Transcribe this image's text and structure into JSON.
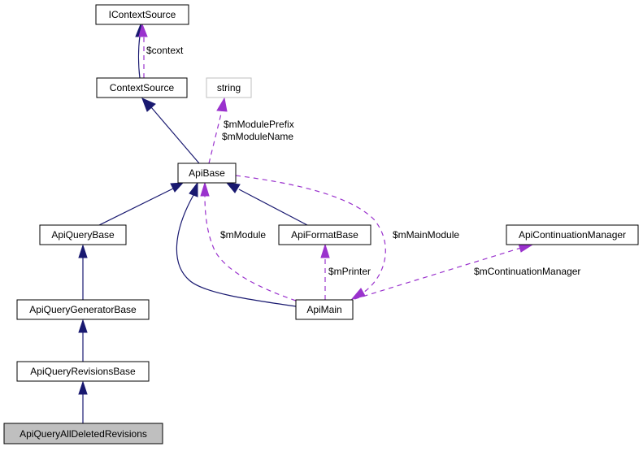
{
  "diagram": {
    "type": "class collaboration graph",
    "nodes": {
      "icontextsource": "IContextSource",
      "contextsource": "ContextSource",
      "string": "string",
      "apibase": "ApiBase",
      "apiquerybase": "ApiQueryBase",
      "apiformatbase": "ApiFormatBase",
      "apicontinuationmanager": "ApiContinuationManager",
      "apiquerygeneratorbase": "ApiQueryGeneratorBase",
      "apimain": "ApiMain",
      "apiqueryrevisionsbase": "ApiQueryRevisionsBase",
      "apiqueryalldeletedrevisions": "ApiQueryAllDeletedRevisions"
    },
    "edge_labels": {
      "context": "$context",
      "module_prefix": "$mModulePrefix",
      "module_name": "$mModuleName",
      "module": "$mModule",
      "main_module": "$mMainModule",
      "printer": "$mPrinter",
      "continuation_manager": "$mContinuationManager"
    },
    "edges": [
      {
        "from": "ContextSource",
        "to": "IContextSource",
        "kind": "inheritance"
      },
      {
        "from": "ContextSource",
        "to": "IContextSource",
        "kind": "usage",
        "label": "$context"
      },
      {
        "from": "ApiBase",
        "to": "ContextSource",
        "kind": "inheritance"
      },
      {
        "from": "ApiBase",
        "to": "string",
        "kind": "usage",
        "label": "$mModulePrefix\n$mModuleName"
      },
      {
        "from": "ApiQueryBase",
        "to": "ApiBase",
        "kind": "inheritance"
      },
      {
        "from": "ApiFormatBase",
        "to": "ApiBase",
        "kind": "inheritance"
      },
      {
        "from": "ApiMain",
        "to": "ApiBase",
        "kind": "inheritance"
      },
      {
        "from": "ApiMain",
        "to": "ApiBase",
        "kind": "usage",
        "label": "$mModule"
      },
      {
        "from": "ApiBase",
        "to": "ApiMain",
        "kind": "usage",
        "label": "$mMainModule"
      },
      {
        "from": "ApiMain",
        "to": "ApiFormatBase",
        "kind": "usage",
        "label": "$mPrinter"
      },
      {
        "from": "ApiMain",
        "to": "ApiContinuationManager",
        "kind": "usage",
        "label": "$mContinuationManager"
      },
      {
        "from": "ApiQueryGeneratorBase",
        "to": "ApiQueryBase",
        "kind": "inheritance"
      },
      {
        "from": "ApiQueryRevisionsBase",
        "to": "ApiQueryGeneratorBase",
        "kind": "inheritance"
      },
      {
        "from": "ApiQueryAllDeletedRevisions",
        "to": "ApiQueryRevisionsBase",
        "kind": "inheritance"
      }
    ],
    "colors": {
      "inheritance": "#191970",
      "usage": "#9a32cd",
      "current_node_fill": "#bfbfbf"
    }
  }
}
